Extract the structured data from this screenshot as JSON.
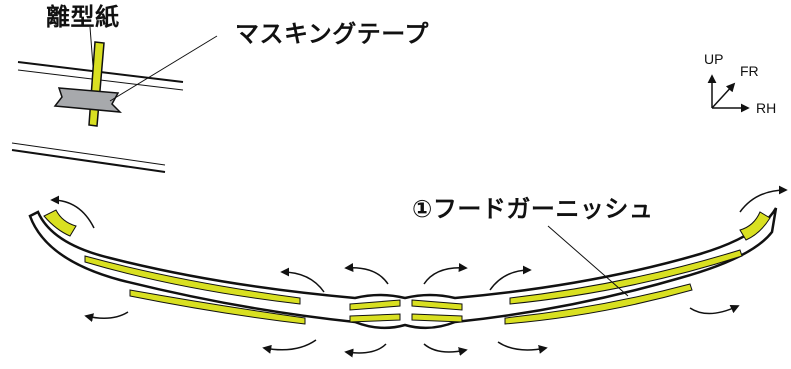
{
  "labels": {
    "release_paper": "離型紙",
    "masking_tape": "マスキングテープ",
    "part_name": "①フードガーニッシュ"
  },
  "axes": {
    "up": "UP",
    "fr": "FR",
    "rh": "RH"
  },
  "colors": {
    "tape_yellow": "#d9e021",
    "masking_gray": "#a7a9ac",
    "line": "#111111",
    "part_fill": "#ffffff"
  }
}
